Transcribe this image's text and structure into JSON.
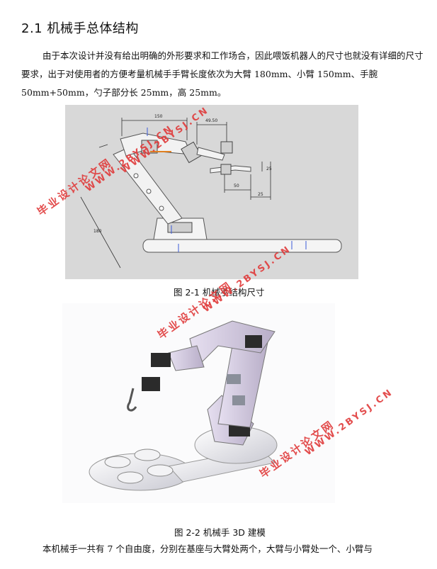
{
  "section": {
    "heading": "2.1 机械手总体结构"
  },
  "paragraphs": {
    "intro": "由于本次设计并没有给出明确的外形要求和工作场合，因此喂饭机器人的尺寸也就没有详细的尺寸要求，出于对使用者的方便考量机械手手臂长度依次为大臂 180mm、小臂 150mm、手腕 50mm+50mm，勺子部分长 25mm，高 25mm。",
    "dof": "本机械手一共有 7 个自由度，分别在基座与大臂处两个，大臂与小臂处一个、小臂与"
  },
  "figures": {
    "fig1_caption": "图 2-1 机械手结构尺寸",
    "fig2_caption": "图 2-2 机械手 3D 建模",
    "fig1_dims": {
      "d1": "150",
      "d2": "49.50",
      "d3": "50",
      "d4": "25",
      "d5": "25",
      "d6": "180"
    }
  },
  "watermarks": {
    "text": "毕业设计论文网",
    "url": "WWW.2BYSJ.CN"
  },
  "colors": {
    "watermark": "#e03a3a",
    "drawing_bg": "#d8d8d8",
    "arm_fill": "#d6cfe0",
    "dimension_line": "#333333"
  }
}
